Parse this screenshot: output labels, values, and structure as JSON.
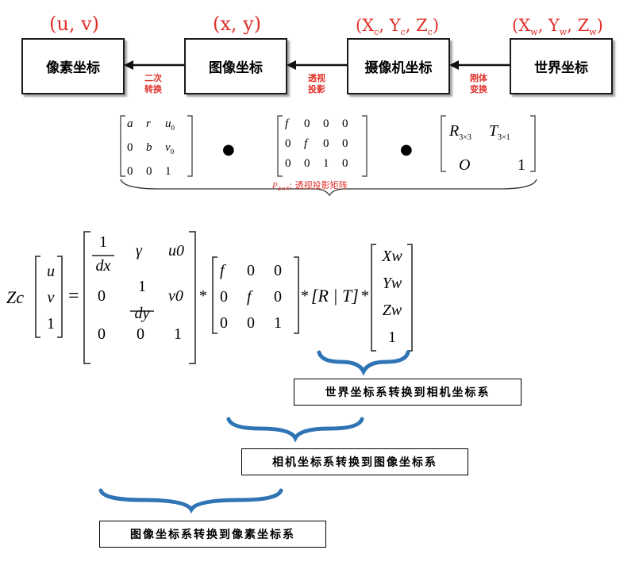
{
  "top_flow": {
    "boxes": [
      "像素坐标",
      "图像坐标",
      "摄像机坐标",
      "世界坐标"
    ],
    "coords": [
      {
        "text": "(u, v)"
      },
      {
        "text": "(x, y)"
      },
      {
        "main": "(X",
        "parts": [
          "c",
          "Y",
          "c",
          "Z",
          "c"
        ],
        "display": "(Xc, Yc, Zc)"
      },
      {
        "display": "(Xw, Yw, Zw)"
      }
    ],
    "arrow_labels": [
      [
        "二次",
        "转换"
      ],
      [
        "透视",
        "投影"
      ],
      [
        "刚体",
        "变换"
      ]
    ],
    "intrinsic_matrix": [
      [
        "a",
        "r",
        "u0"
      ],
      [
        "0",
        "b",
        "v0"
      ],
      [
        "0",
        "0",
        "1"
      ]
    ],
    "projection_matrix": [
      [
        "f",
        "0",
        "0",
        "0"
      ],
      [
        "0",
        "f",
        "0",
        "0"
      ],
      [
        "0",
        "0",
        "1",
        "0"
      ]
    ],
    "extrinsic_matrix": [
      [
        "R3×3",
        "T3×1"
      ],
      [
        "O",
        "1"
      ]
    ],
    "dot_symbol": "●",
    "brace_label_sym": "P3×4",
    "brace_label_text": ": 透视投影矩阵"
  },
  "equation": {
    "lhs": "Zc",
    "lhs_vector": [
      "u",
      "v",
      "1"
    ],
    "equals": "=",
    "k_matrix": [
      [
        "1/dx",
        "γ",
        "u0"
      ],
      [
        "0",
        "1/dy",
        "v0"
      ],
      [
        "0",
        "0",
        "1"
      ]
    ],
    "f_matrix": [
      [
        "f",
        "0",
        "0"
      ],
      [
        "0",
        "f",
        "0"
      ],
      [
        "0",
        "0",
        "1"
      ]
    ],
    "rt": "[R | T]",
    "world_vector": [
      "Xw",
      "Yw",
      "Zw",
      "1"
    ],
    "star": "*"
  },
  "captions": [
    "世界坐标系转换到相机坐标系",
    "相机坐标系转换到图像坐标系",
    "图像坐标系转换到像素坐标系"
  ],
  "colors": {
    "red": "#e0302a",
    "brace_blue": "#2f74b5"
  }
}
